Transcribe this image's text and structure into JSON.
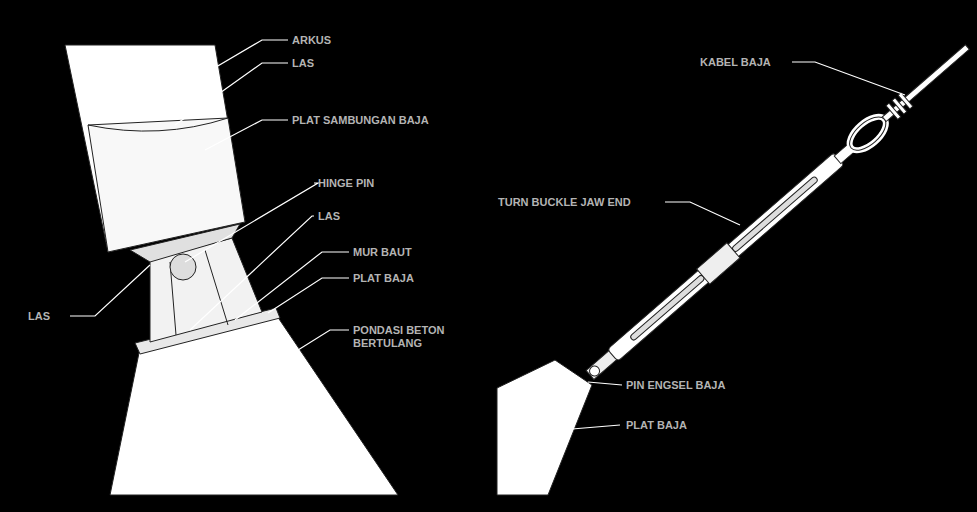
{
  "diagram": {
    "labels": [
      "ARKUS",
      "LAS",
      "PLAT SAMBUNGAN BAJA",
      "HINGE PIN",
      "LAS",
      "MUR BAUT",
      "PLAT BAJA",
      "PONDASI BETON BERTULANG",
      "LAS",
      "KABEL BAJA",
      "TURN BUCKLE JAW END",
      "PIN ENGSEL BAJA",
      "PLAT BAJA"
    ]
  }
}
